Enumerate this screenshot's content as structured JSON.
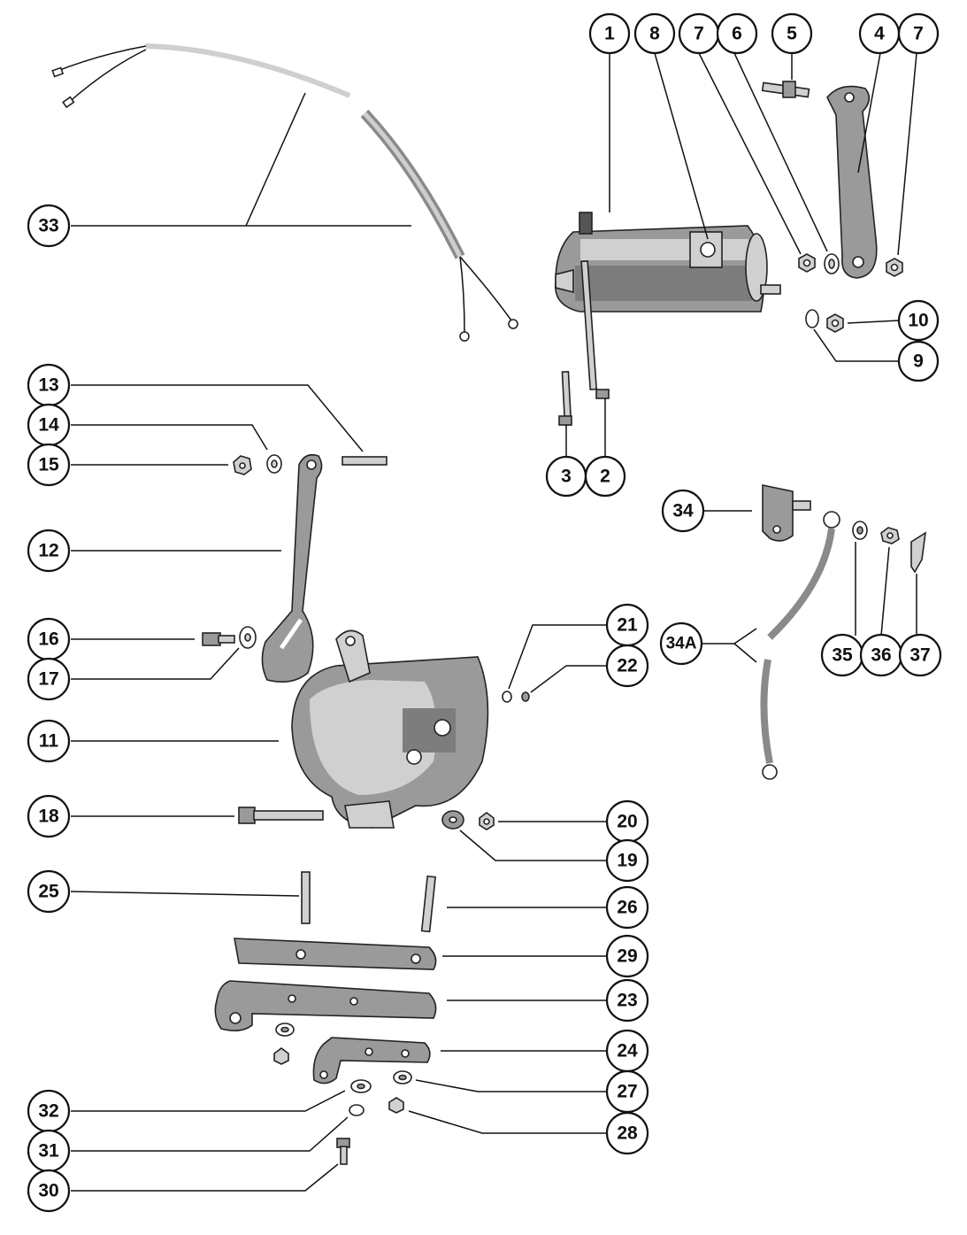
{
  "diagram": {
    "callouts": [
      {
        "id": "c1",
        "label": "1"
      },
      {
        "id": "c8",
        "label": "8"
      },
      {
        "id": "c7a",
        "label": "7"
      },
      {
        "id": "c6",
        "label": "6"
      },
      {
        "id": "c5",
        "label": "5"
      },
      {
        "id": "c4",
        "label": "4"
      },
      {
        "id": "c7b",
        "label": "7"
      },
      {
        "id": "c33",
        "label": "33"
      },
      {
        "id": "c10",
        "label": "10"
      },
      {
        "id": "c9",
        "label": "9"
      },
      {
        "id": "c13",
        "label": "13"
      },
      {
        "id": "c14",
        "label": "14"
      },
      {
        "id": "c15",
        "label": "15"
      },
      {
        "id": "c3",
        "label": "3"
      },
      {
        "id": "c2",
        "label": "2"
      },
      {
        "id": "c34",
        "label": "34"
      },
      {
        "id": "c12",
        "label": "12"
      },
      {
        "id": "c21",
        "label": "21"
      },
      {
        "id": "c16",
        "label": "16"
      },
      {
        "id": "c34a",
        "label": "34A"
      },
      {
        "id": "c22",
        "label": "22"
      },
      {
        "id": "c17",
        "label": "17"
      },
      {
        "id": "c35",
        "label": "35"
      },
      {
        "id": "c36",
        "label": "36"
      },
      {
        "id": "c37",
        "label": "37"
      },
      {
        "id": "c11",
        "label": "11"
      },
      {
        "id": "c18",
        "label": "18"
      },
      {
        "id": "c20",
        "label": "20"
      },
      {
        "id": "c19",
        "label": "19"
      },
      {
        "id": "c25",
        "label": "25"
      },
      {
        "id": "c26",
        "label": "26"
      },
      {
        "id": "c29",
        "label": "29"
      },
      {
        "id": "c23",
        "label": "23"
      },
      {
        "id": "c24",
        "label": "24"
      },
      {
        "id": "c27",
        "label": "27"
      },
      {
        "id": "c32",
        "label": "32"
      },
      {
        "id": "c28",
        "label": "28"
      },
      {
        "id": "c31",
        "label": "31"
      },
      {
        "id": "c30",
        "label": "30"
      }
    ]
  }
}
